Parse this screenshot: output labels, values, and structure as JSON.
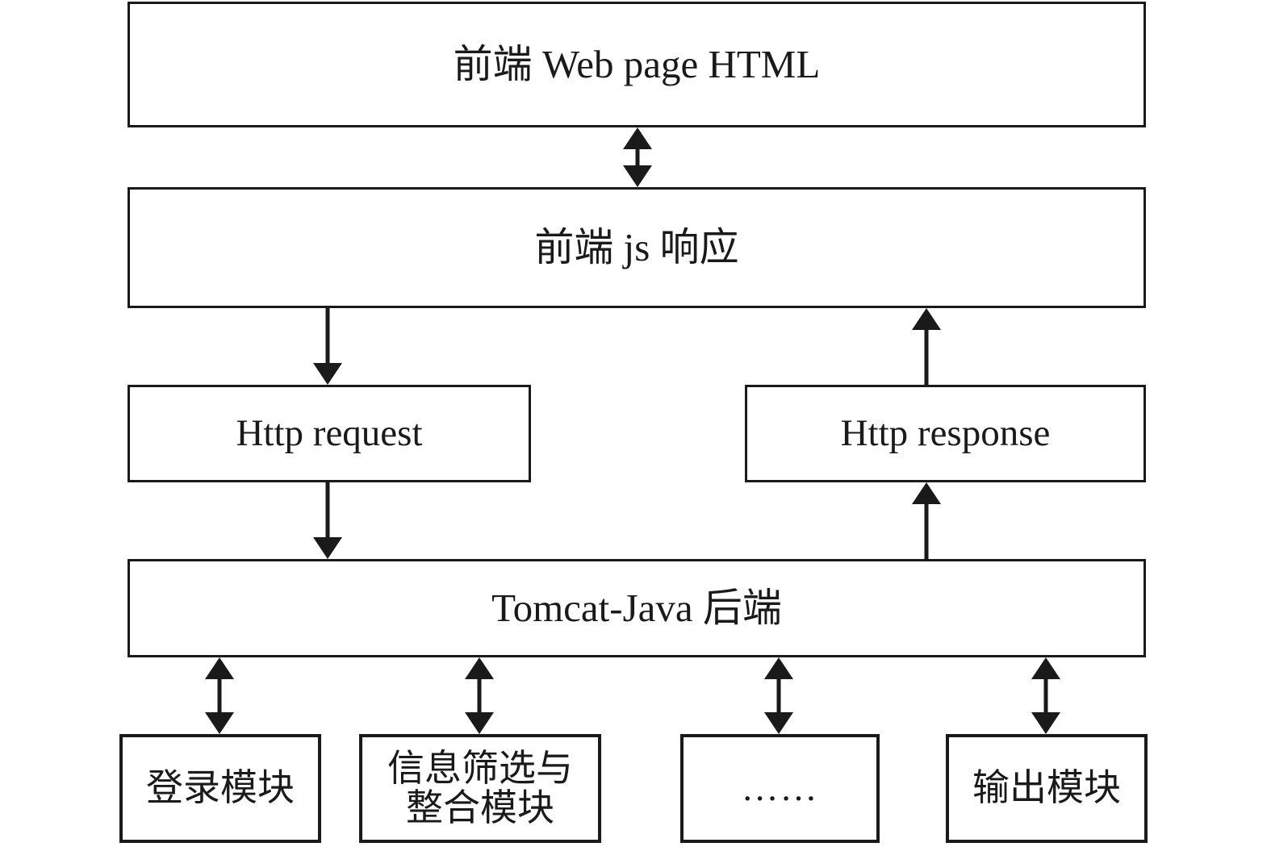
{
  "diagram": {
    "title": "Web system architecture flow diagram",
    "colors": {
      "stroke": "#1a1a1a",
      "fill": "#ffffff",
      "background": "#ffffff"
    },
    "nodes": {
      "frontend_html": "前端 Web page HTML",
      "frontend_js": "前端 js 响应",
      "http_request": "Http request",
      "http_response": "Http response",
      "backend": "Tomcat-Java 后端"
    },
    "modules": [
      {
        "label": "登录模块"
      },
      {
        "label": "信息筛选与\n整合模块"
      },
      {
        "label": "……"
      },
      {
        "label": "输出模块"
      }
    ],
    "connectors": [
      {
        "name": "html-to-js",
        "direction": "bidirectional"
      },
      {
        "name": "js-to-http-request",
        "direction": "down"
      },
      {
        "name": "http-response-to-js",
        "direction": "up"
      },
      {
        "name": "http-request-to-backend",
        "direction": "down"
      },
      {
        "name": "backend-to-http-response",
        "direction": "up"
      },
      {
        "name": "backend-to-module-1",
        "direction": "bidirectional"
      },
      {
        "name": "backend-to-module-2",
        "direction": "bidirectional"
      },
      {
        "name": "backend-to-module-3",
        "direction": "bidirectional"
      },
      {
        "name": "backend-to-module-4",
        "direction": "bidirectional"
      }
    ]
  }
}
